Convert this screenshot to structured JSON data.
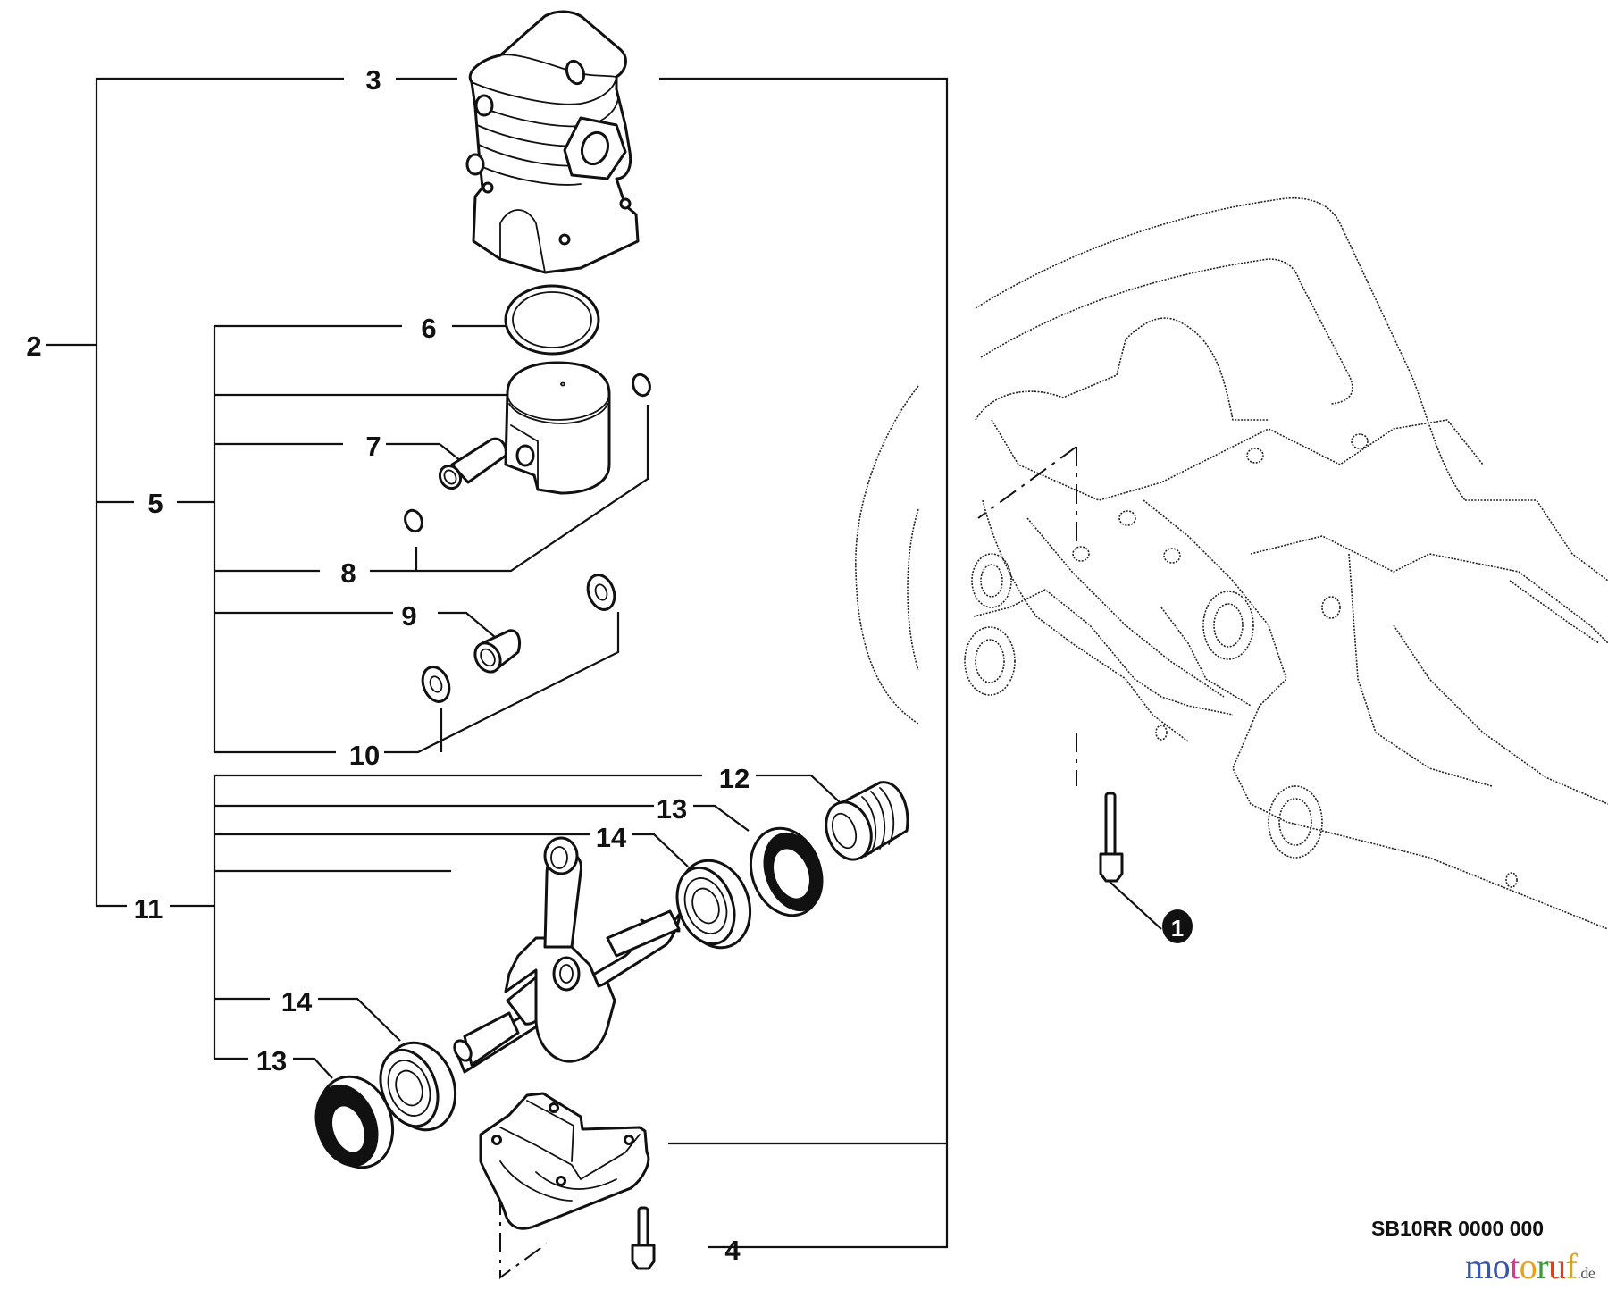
{
  "diagram": {
    "title": "Cylinder, Piston, Crankshaft parts diagram",
    "reference_code": "SB10RR 0000 000",
    "callouts": {
      "c1": "1",
      "c2": "2",
      "c3": "3",
      "c4": "4",
      "c5": "5",
      "c6": "6",
      "c7": "7",
      "c8": "8",
      "c9": "9",
      "c10": "10",
      "c11": "11",
      "c12": "12",
      "c13a": "13",
      "c14a": "14",
      "c14b": "14",
      "c13b": "13"
    },
    "parts": [
      {
        "ref": "1",
        "name": "bolt (circled reference)"
      },
      {
        "ref": "2",
        "name": "engine assembly group"
      },
      {
        "ref": "3",
        "name": "cylinder"
      },
      {
        "ref": "4",
        "name": "bolt"
      },
      {
        "ref": "5",
        "name": "piston kit group"
      },
      {
        "ref": "6",
        "name": "piston ring"
      },
      {
        "ref": "7",
        "name": "piston pin"
      },
      {
        "ref": "8",
        "name": "circlip"
      },
      {
        "ref": "9",
        "name": "needle bearing"
      },
      {
        "ref": "10",
        "name": "thrust washer"
      },
      {
        "ref": "11",
        "name": "crankshaft assembly group"
      },
      {
        "ref": "12",
        "name": "spacer"
      },
      {
        "ref": "13",
        "name": "oil seal"
      },
      {
        "ref": "14",
        "name": "ball bearing"
      }
    ]
  },
  "watermark": {
    "letters": [
      {
        "ch": "m",
        "color": "#3a56a8"
      },
      {
        "ch": "o",
        "color": "#3a56a8"
      },
      {
        "ch": "t",
        "color": "#d23c8c"
      },
      {
        "ch": "o",
        "color": "#e4a21e"
      },
      {
        "ch": "r",
        "color": "#3d9a3a"
      },
      {
        "ch": "u",
        "color": "#d6421e"
      },
      {
        "ch": "f",
        "color": "#e0a018"
      }
    ],
    "tld": ".de"
  }
}
